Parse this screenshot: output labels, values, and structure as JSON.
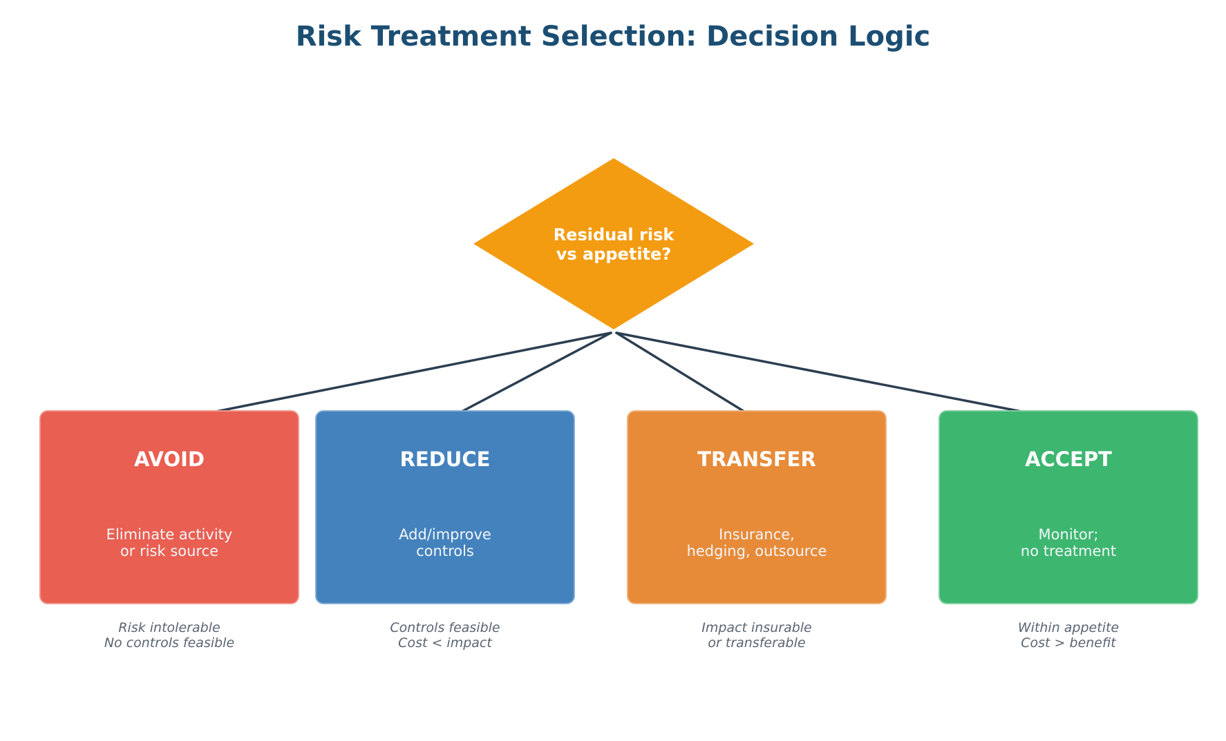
{
  "title": "Risk Treatment Selection: Decision Logic",
  "colors": {
    "title": "#1c4e73",
    "decision": "#f39c12",
    "arrow": "#2c3e50",
    "avoid": "#e95f51",
    "reduce": "#4482bd",
    "transfer": "#e78b39",
    "accept": "#3db670",
    "condition_text": "#5a6472"
  },
  "decision": {
    "text": "Residual risk\nvs appetite?"
  },
  "options": [
    {
      "id": "avoid",
      "label": "AVOID",
      "description": "Eliminate activity\nor risk source",
      "condition": "Risk intolerable\nNo controls feasible"
    },
    {
      "id": "reduce",
      "label": "REDUCE",
      "description": "Add/improve\ncontrols",
      "condition": "Controls feasible\nCost < impact"
    },
    {
      "id": "transfer",
      "label": "TRANSFER",
      "description": "Insurance,\nhedging, outsource",
      "condition": "Impact insurable\nor transferable"
    },
    {
      "id": "accept",
      "label": "ACCEPT",
      "description": "Monitor;\nno treatment",
      "condition": "Within appetite\nCost > benefit"
    }
  ]
}
